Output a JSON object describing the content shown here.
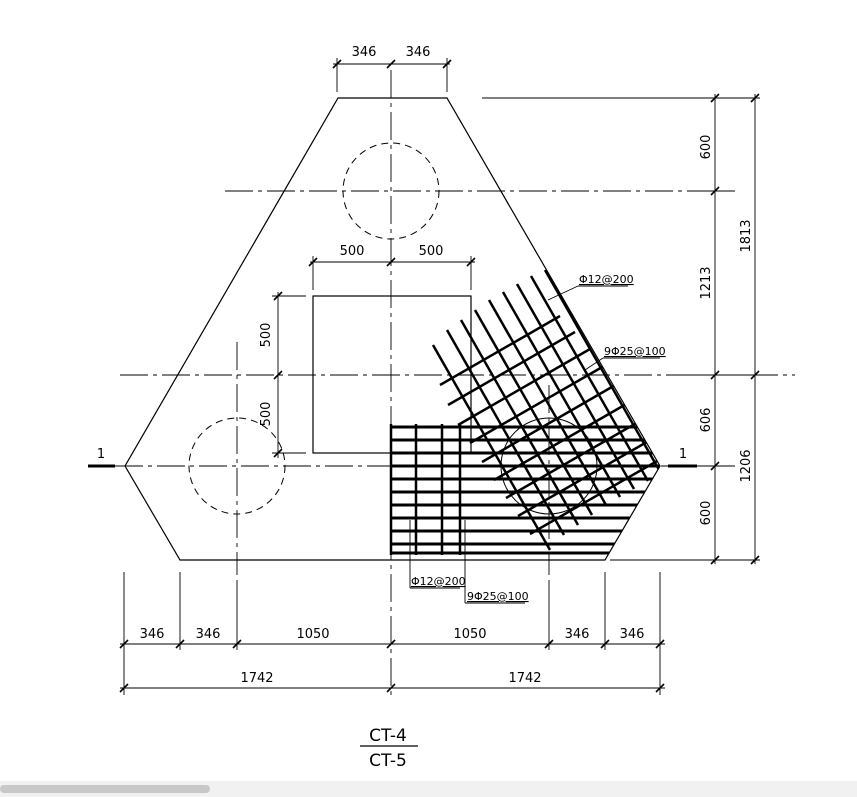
{
  "dimensions": {
    "top_left": "346",
    "top_right": "346",
    "col_left": "500",
    "col_right": "500",
    "col_upper": "500",
    "col_lower": "500",
    "right_600_top": "600",
    "right_1213": "1213",
    "right_1813": "1813",
    "right_606": "606",
    "right_600_bottom": "600",
    "right_1206": "1206",
    "bottom_346_a": "346",
    "bottom_346_b": "346",
    "bottom_1050_left": "1050",
    "bottom_1050_right": "1050",
    "bottom_346_c": "346",
    "bottom_346_d": "346",
    "bottom_1742_left": "1742",
    "bottom_1742_right": "1742"
  },
  "annotations": {
    "rebar_top_dist": "Φ12@200",
    "rebar_top_main": "9Φ25@100",
    "rebar_bottom_dist": "Φ12@200",
    "rebar_bottom_main": "9Φ25@100"
  },
  "section": {
    "left": "1",
    "right": "1"
  },
  "title": {
    "top": "CT-4",
    "bottom": "CT-5"
  }
}
